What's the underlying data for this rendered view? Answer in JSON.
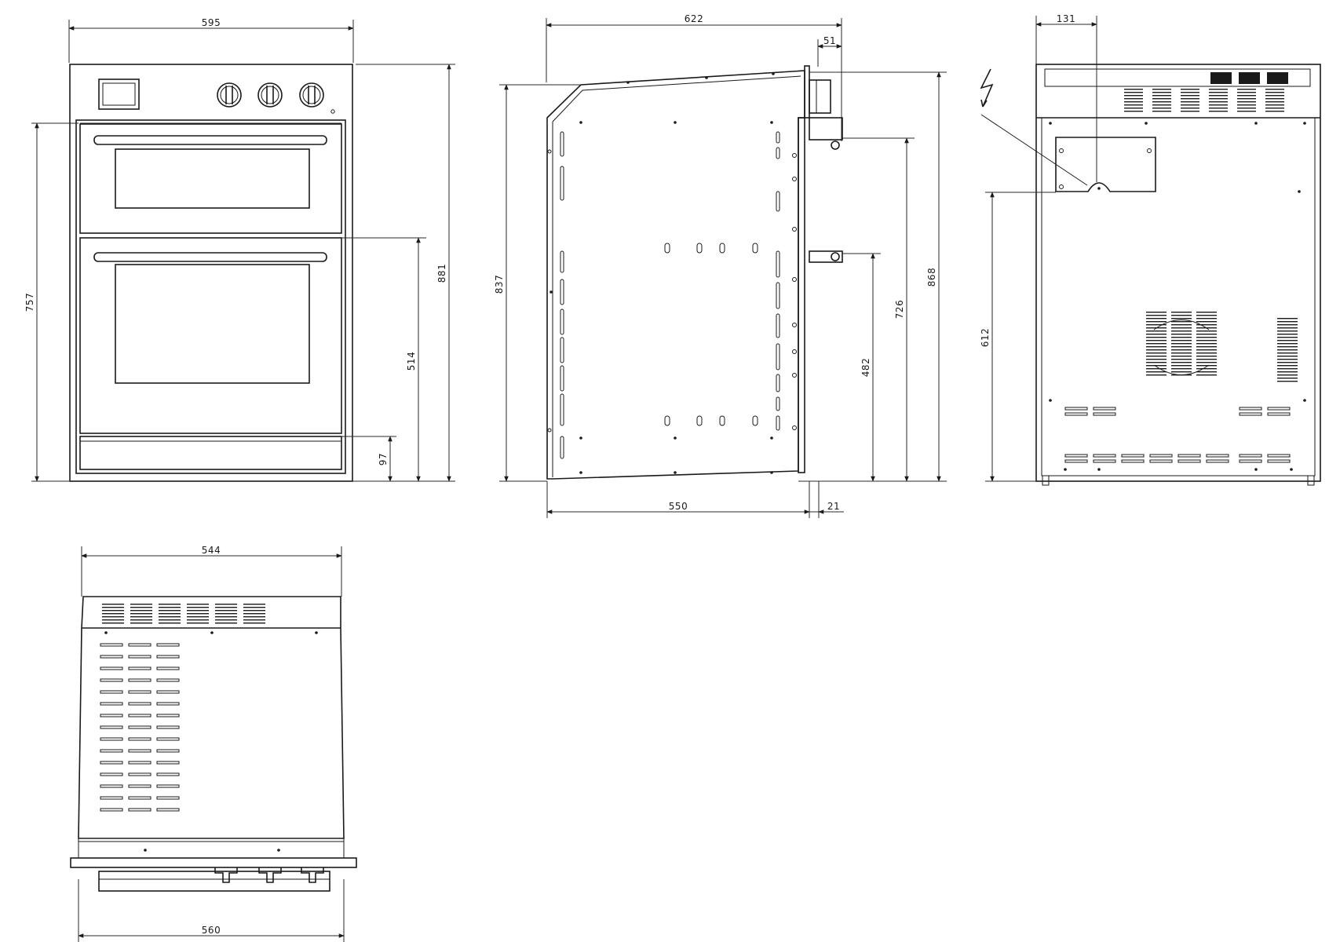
{
  "dimensions": {
    "front_width": "595",
    "front_height_757": "757",
    "front_height_514": "514",
    "front_height_881": "881",
    "front_height_97": "97",
    "side_depth_622": "622",
    "side_depth_51": "51",
    "side_height_837": "837",
    "side_height_482": "482",
    "side_height_726": "726",
    "side_height_868": "868",
    "side_depth_550": "550",
    "side_depth_21": "21",
    "back_offset_131": "131",
    "back_height_612": "612",
    "top_width_544": "544",
    "top_width_560": "560"
  }
}
